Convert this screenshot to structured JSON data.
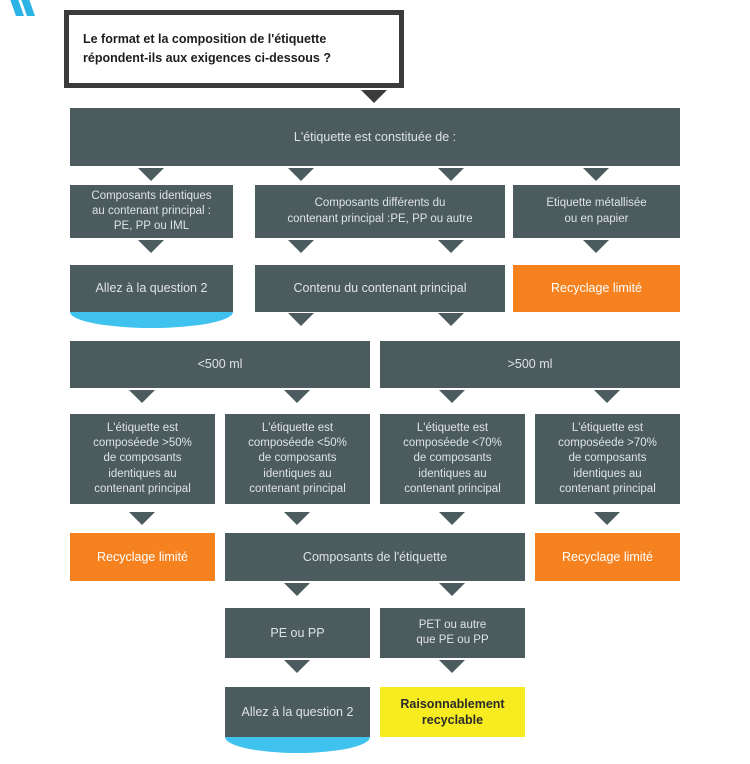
{
  "diagram": {
    "title_question": "Le format et la composition de l'étiquette\nrépondent-ils aux exigences ci-dessous ?",
    "logo": "brand-chevron-logo",
    "colors": {
      "node_dark": "#4c5b5e",
      "node_orange": "#f5821f",
      "node_yellow": "#f7ec20",
      "accent_blue": "#3fc3ee",
      "outline_dark": "#3b3b3b",
      "background": "#ffffff"
    },
    "nodes": {
      "label_composition": "L'étiquette est constituée de :",
      "comp_identical": "Composants identiques\nau contenant principal :\nPE, PP ou IML",
      "comp_different": "Composants différents du\ncontenant principal :PE, PP ou autre",
      "label_metallised": "Etiquette métallisée\nou en papier",
      "goto_q2_top": "Allez à la question 2",
      "content_main": "Contenu du contenant principal",
      "limited_recycling_top": "Recyclage limité",
      "vol_under_500": "<500 ml",
      "vol_over_500": ">500 ml",
      "pct_over_50": "L'étiquette est\ncomposéede >50%\nde composants\nidentiques au\ncontenant principal",
      "pct_under_50": "L'étiquette est\ncomposéede <50%\nde composants\nidentiques au\ncontenant principal",
      "pct_under_70": "L'étiquette est\ncomposéede <70%\nde composants\nidentiques au\ncontenant principal",
      "pct_over_70": "L'étiquette est\ncomposéede >70%\nde composants\nidentiques au\ncontenant principal",
      "limited_recycling_left": "Recyclage limité",
      "label_components": "Composants de l'étiquette",
      "limited_recycling_right": "Recyclage limité",
      "pe_or_pp": "PE ou PP",
      "pet_or_other": "PET ou autre\nque PE ou PP",
      "goto_q2_bottom": "Allez à la question 2",
      "reasonably_recyclable": "Raisonnablement\nrecyclable"
    }
  }
}
